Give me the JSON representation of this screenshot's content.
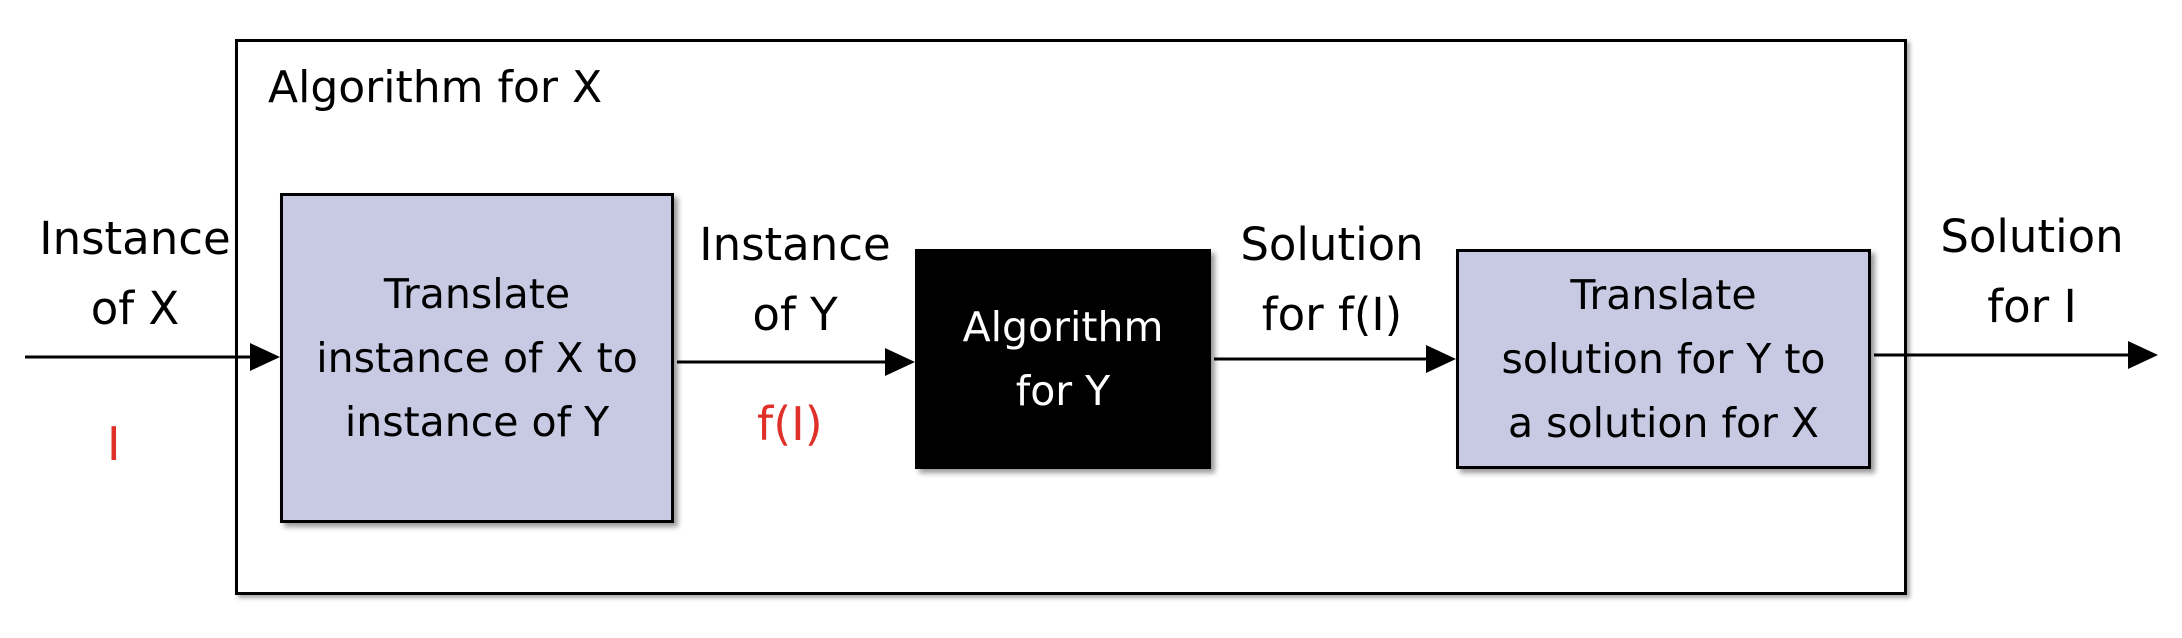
{
  "colors": {
    "translate_box_fill": "#c8cae4",
    "algorithm_box_fill": "#000000",
    "algorithm_box_text": "#ffffff",
    "variable_text": "#e0302a",
    "stroke": "#000000"
  },
  "outer": {
    "title": "Algorithm for X"
  },
  "boxes": {
    "translate_x": "Translate\ninstance of X to\ninstance of Y",
    "algorithm_y": "Algorithm\nfor Y",
    "translate_y": "Translate\nsolution for Y to\na solution for X"
  },
  "labels": {
    "instance_x": "Instance\nof X",
    "instance_y": "Instance\nof Y",
    "solution_fi": "Solution\nfor f(I)",
    "solution_i": "Solution\nfor I"
  },
  "variables": {
    "input": "I",
    "translated": "f(I)"
  }
}
